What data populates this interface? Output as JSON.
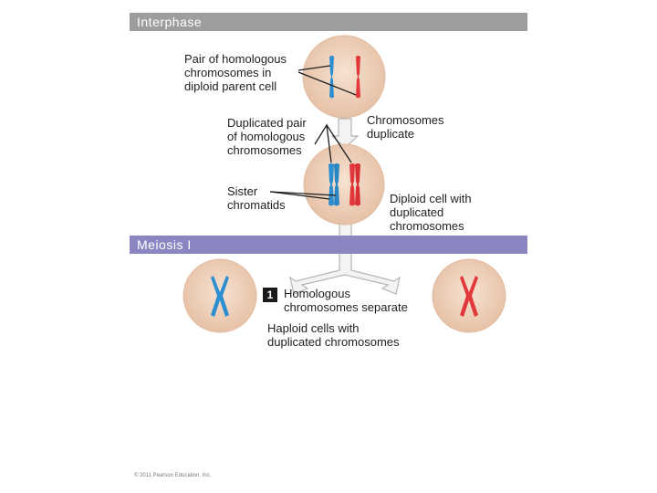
{
  "stages": {
    "interphase": "Interphase",
    "meiosis": "Meiosis I"
  },
  "labels": {
    "pair_homologous": "Pair of homologous\nchromosomes in\ndiploid parent cell",
    "chromosomes_duplicate": "Chromosomes\nduplicate",
    "duplicated_pair": "Duplicated pair\nof homologous\nchromosomes",
    "sister_chromatids": "Sister\nchromatids",
    "diploid_duplicated": "Diploid cell with\nduplicated\nchromosomes",
    "step_number": "1",
    "homologous_separate": "Homologous\nchromosomes separate",
    "haploid_cells": "Haploid cells with\nduplicated chromosomes"
  },
  "copyright": "© 2011 Pearson Education, Inc.",
  "colors": {
    "cell_fill": "#efd3be",
    "cell_edge": "#e2bba0",
    "chromosome_blue": "#2d8fd0",
    "chromosome_red": "#e2373b",
    "arrow_fill": "#f3f3f3",
    "arrow_stroke": "#b5b5b5"
  }
}
